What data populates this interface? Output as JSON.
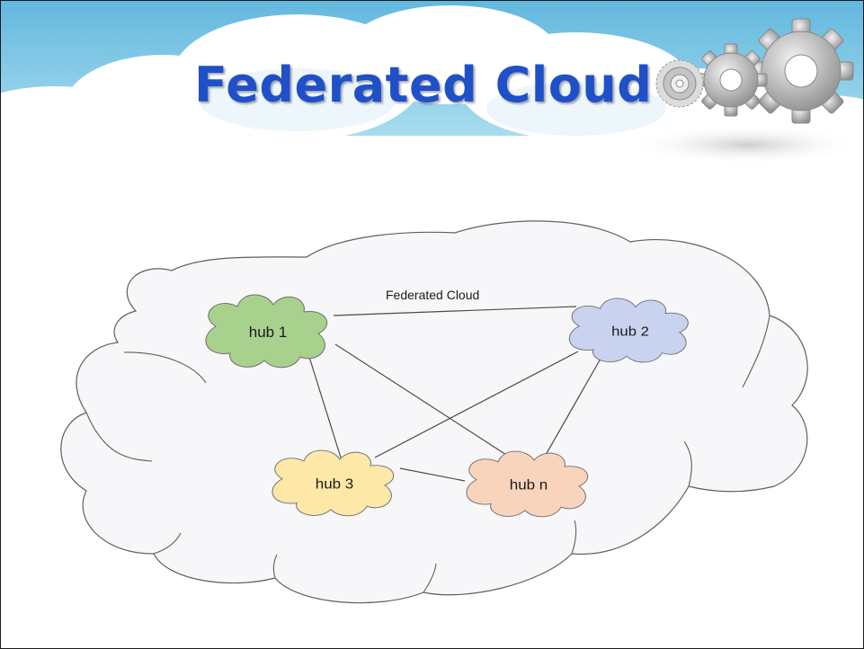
{
  "slide": {
    "title": "Federated Cloud",
    "colors": {
      "title": "#1f50c8",
      "sky": "#7fc8e6",
      "big_cloud_fill": "#f7f7fa",
      "hub1": "#a9d18e",
      "hub2": "#c9d3ef",
      "hub3": "#fde8a7",
      "hubn": "#f9d4bd"
    },
    "icons": [
      "gear-icon-small",
      "gear-icon-medium",
      "gear-icon-large"
    ]
  },
  "diagram": {
    "federation_label": "Federated Cloud",
    "hubs": {
      "hub1": "hub 1",
      "hub2": "hub 2",
      "hub3": "hub 3",
      "hubn": "hub n"
    },
    "links": [
      [
        "hub 1",
        "hub 2"
      ],
      [
        "hub 1",
        "hub 3"
      ],
      [
        "hub 1",
        "hub n"
      ],
      [
        "hub 2",
        "hub 3"
      ],
      [
        "hub 2",
        "hub n"
      ],
      [
        "hub 3",
        "hub n"
      ]
    ]
  }
}
